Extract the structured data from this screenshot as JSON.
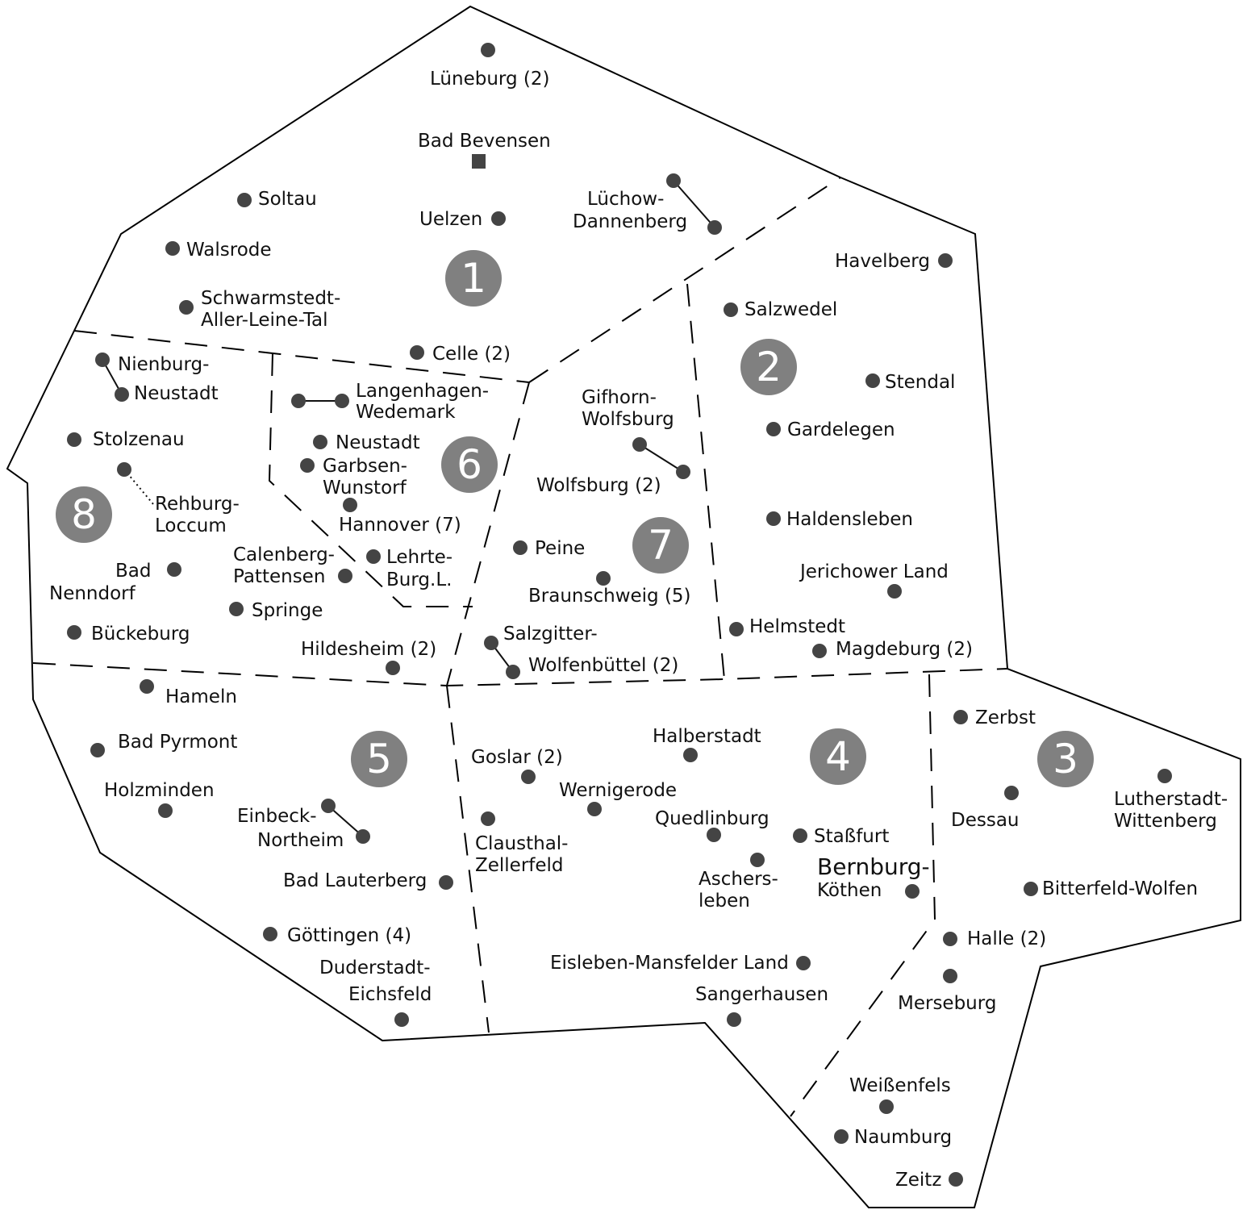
{
  "map": {
    "colors": {
      "marker": "#444444",
      "region_badge": "#808080",
      "region_badge_text": "#ffffff",
      "border": "#000000"
    },
    "regions": [
      {
        "id": "1",
        "label": "1"
      },
      {
        "id": "2",
        "label": "2"
      },
      {
        "id": "3",
        "label": "3"
      },
      {
        "id": "4",
        "label": "4"
      },
      {
        "id": "5",
        "label": "5"
      },
      {
        "id": "6",
        "label": "6"
      },
      {
        "id": "7",
        "label": "7"
      },
      {
        "id": "8",
        "label": "8"
      }
    ],
    "locations": {
      "lueneburg": {
        "lines": [
          "Lüneburg (2)"
        ],
        "region": "1",
        "marker": "circle"
      },
      "bad_bevensen": {
        "lines": [
          "Bad Bevensen"
        ],
        "region": "1",
        "marker": "square"
      },
      "soltau": {
        "lines": [
          "Soltau"
        ],
        "region": "1",
        "marker": "circle"
      },
      "uelzen": {
        "lines": [
          "Uelzen"
        ],
        "region": "1",
        "marker": "circle"
      },
      "luechow": {
        "lines": [
          "Lüchow-",
          "Dannenberg"
        ],
        "region": "1",
        "marker": "linked-pair"
      },
      "walsrode": {
        "lines": [
          "Walsrode"
        ],
        "region": "1",
        "marker": "circle"
      },
      "schwarmstedt": {
        "lines": [
          "Schwarmstedt-",
          "Aller-Leine-Tal"
        ],
        "region": "1",
        "marker": "circle"
      },
      "celle": {
        "lines": [
          "Celle (2)"
        ],
        "region": "1",
        "marker": "circle"
      },
      "havelberg": {
        "lines": [
          "Havelberg"
        ],
        "region": "2",
        "marker": "circle"
      },
      "salzwedel": {
        "lines": [
          "Salzwedel"
        ],
        "region": "2",
        "marker": "circle"
      },
      "stendal": {
        "lines": [
          "Stendal"
        ],
        "region": "2",
        "marker": "circle"
      },
      "gardelegen": {
        "lines": [
          "Gardelegen"
        ],
        "region": "2",
        "marker": "circle"
      },
      "haldensleben": {
        "lines": [
          "Haldensleben"
        ],
        "region": "2",
        "marker": "circle"
      },
      "jerichower": {
        "lines": [
          "Jerichower Land"
        ],
        "region": "2",
        "marker": "circle"
      },
      "helmstedt": {
        "lines": [
          "Helmstedt"
        ],
        "region": "2",
        "marker": "circle"
      },
      "magdeburg": {
        "lines": [
          "Magdeburg (2)"
        ],
        "region": "2",
        "marker": "circle"
      },
      "nienburg": {
        "lines": [
          "Nienburg-",
          "Neustadt"
        ],
        "region": "8",
        "marker": "linked-pair"
      },
      "stolzenau": {
        "lines": [
          "Stolzenau"
        ],
        "region": "8",
        "marker": "circle"
      },
      "rehburg": {
        "lines": [
          "Rehburg-",
          "Loccum"
        ],
        "region": "8",
        "marker": "dotted-link"
      },
      "bad_nenndorf": {
        "lines": [
          "Bad",
          "Nenndorf"
        ],
        "region": "8",
        "marker": "circle"
      },
      "bueckeburg": {
        "lines": [
          "Bückeburg"
        ],
        "region": "8",
        "marker": "circle"
      },
      "springe": {
        "lines": [
          "Springe"
        ],
        "region": "8",
        "marker": "circle"
      },
      "calenberg": {
        "lines": [
          "Calenberg-",
          "Pattensen"
        ],
        "region": "8",
        "marker": "circle"
      },
      "hildesheim": {
        "lines": [
          "Hildesheim (2)"
        ],
        "region": "8",
        "marker": "circle"
      },
      "langenhagen": {
        "lines": [
          "Langenhagen-",
          "Wedemark"
        ],
        "region": "6",
        "marker": "linked-pair"
      },
      "neustadt6": {
        "lines": [
          "Neustadt"
        ],
        "region": "6",
        "marker": "circle"
      },
      "garbsen": {
        "lines": [
          "Garbsen-",
          "Wunstorf"
        ],
        "region": "6",
        "marker": "circle"
      },
      "hannover": {
        "lines": [
          "Hannover (7)"
        ],
        "region": "6",
        "marker": "circle"
      },
      "lehrte": {
        "lines": [
          "Lehrte-",
          "Burg.L."
        ],
        "region": "6",
        "marker": "circle"
      },
      "gifhorn": {
        "lines": [
          "Gifhorn-",
          "Wolfsburg"
        ],
        "region": "7",
        "marker": "linked-pair"
      },
      "wolfsburg": {
        "lines": [
          "Wolfsburg (2)"
        ],
        "region": "7",
        "marker": "circle"
      },
      "peine": {
        "lines": [
          "Peine"
        ],
        "region": "7",
        "marker": "circle"
      },
      "braunschweig": {
        "lines": [
          "Braunschweig (5)"
        ],
        "region": "7",
        "marker": "circle"
      },
      "salzgitter": {
        "lines": [
          "Salzgitter-"
        ],
        "region": "7",
        "marker": "linked-pair"
      },
      "wolfenbuettel": {
        "lines": [
          "Wolfenbüttel (2)"
        ],
        "region": "7",
        "marker": "circle"
      },
      "hameln": {
        "lines": [
          "Hameln"
        ],
        "region": "5",
        "marker": "circle"
      },
      "bad_pyrmont": {
        "lines": [
          "Bad Pyrmont"
        ],
        "region": "5",
        "marker": "circle"
      },
      "holzminden": {
        "lines": [
          "Holzminden"
        ],
        "region": "5",
        "marker": "circle"
      },
      "einbeck": {
        "lines": [
          "Einbeck-",
          "Northeim"
        ],
        "region": "5",
        "marker": "linked-pair"
      },
      "bad_lauterberg": {
        "lines": [
          "Bad Lauterberg"
        ],
        "region": "5",
        "marker": "circle"
      },
      "goettingen": {
        "lines": [
          "Göttingen (4)"
        ],
        "region": "5",
        "marker": "circle"
      },
      "duderstadt": {
        "lines": [
          "Duderstadt-",
          "Eichsfeld"
        ],
        "region": "5",
        "marker": "circle"
      },
      "goslar": {
        "lines": [
          "Goslar (2)"
        ],
        "region": "4",
        "marker": "circle"
      },
      "halberstadt": {
        "lines": [
          "Halberstadt"
        ],
        "region": "4",
        "marker": "circle"
      },
      "wernigerode": {
        "lines": [
          "Wernigerode"
        ],
        "region": "4",
        "marker": "circle"
      },
      "clausthal": {
        "lines": [
          "Clausthal-",
          "Zellerfeld"
        ],
        "region": "4",
        "marker": "circle"
      },
      "quedlinburg": {
        "lines": [
          "Quedlinburg"
        ],
        "region": "4",
        "marker": "circle"
      },
      "stassfurt": {
        "lines": [
          "Staßfurt"
        ],
        "region": "4",
        "marker": "circle"
      },
      "aschersleben": {
        "lines": [
          "Aschers-",
          "leben"
        ],
        "region": "4",
        "marker": "circle"
      },
      "bernburg": {
        "lines": [
          "Bernburg-",
          "Köthen"
        ],
        "region": "4",
        "marker": "circle"
      },
      "eisleben": {
        "lines": [
          "Eisleben-Mansfelder Land"
        ],
        "region": "4",
        "marker": "circle"
      },
      "sangerhausen": {
        "lines": [
          "Sangerhausen"
        ],
        "region": "4",
        "marker": "circle"
      },
      "zerbst": {
        "lines": [
          "Zerbst"
        ],
        "region": "3",
        "marker": "circle"
      },
      "dessau": {
        "lines": [
          "Dessau"
        ],
        "region": "3",
        "marker": "circle"
      },
      "wittenberg": {
        "lines": [
          "Lutherstadt-",
          "Wittenberg"
        ],
        "region": "3",
        "marker": "circle"
      },
      "bitterfeld": {
        "lines": [
          "Bitterfeld-Wolfen"
        ],
        "region": "3",
        "marker": "circle"
      },
      "halle": {
        "lines": [
          "Halle (2)"
        ],
        "region": "3",
        "marker": "circle"
      },
      "merseburg": {
        "lines": [
          "Merseburg"
        ],
        "region": "3",
        "marker": "circle"
      },
      "weissenfels": {
        "lines": [
          "Weißenfels"
        ],
        "region": "3",
        "marker": "circle"
      },
      "naumburg": {
        "lines": [
          "Naumburg"
        ],
        "region": "3",
        "marker": "circle"
      },
      "zeitz": {
        "lines": [
          "Zeitz"
        ],
        "region": "3",
        "marker": "circle"
      }
    }
  }
}
